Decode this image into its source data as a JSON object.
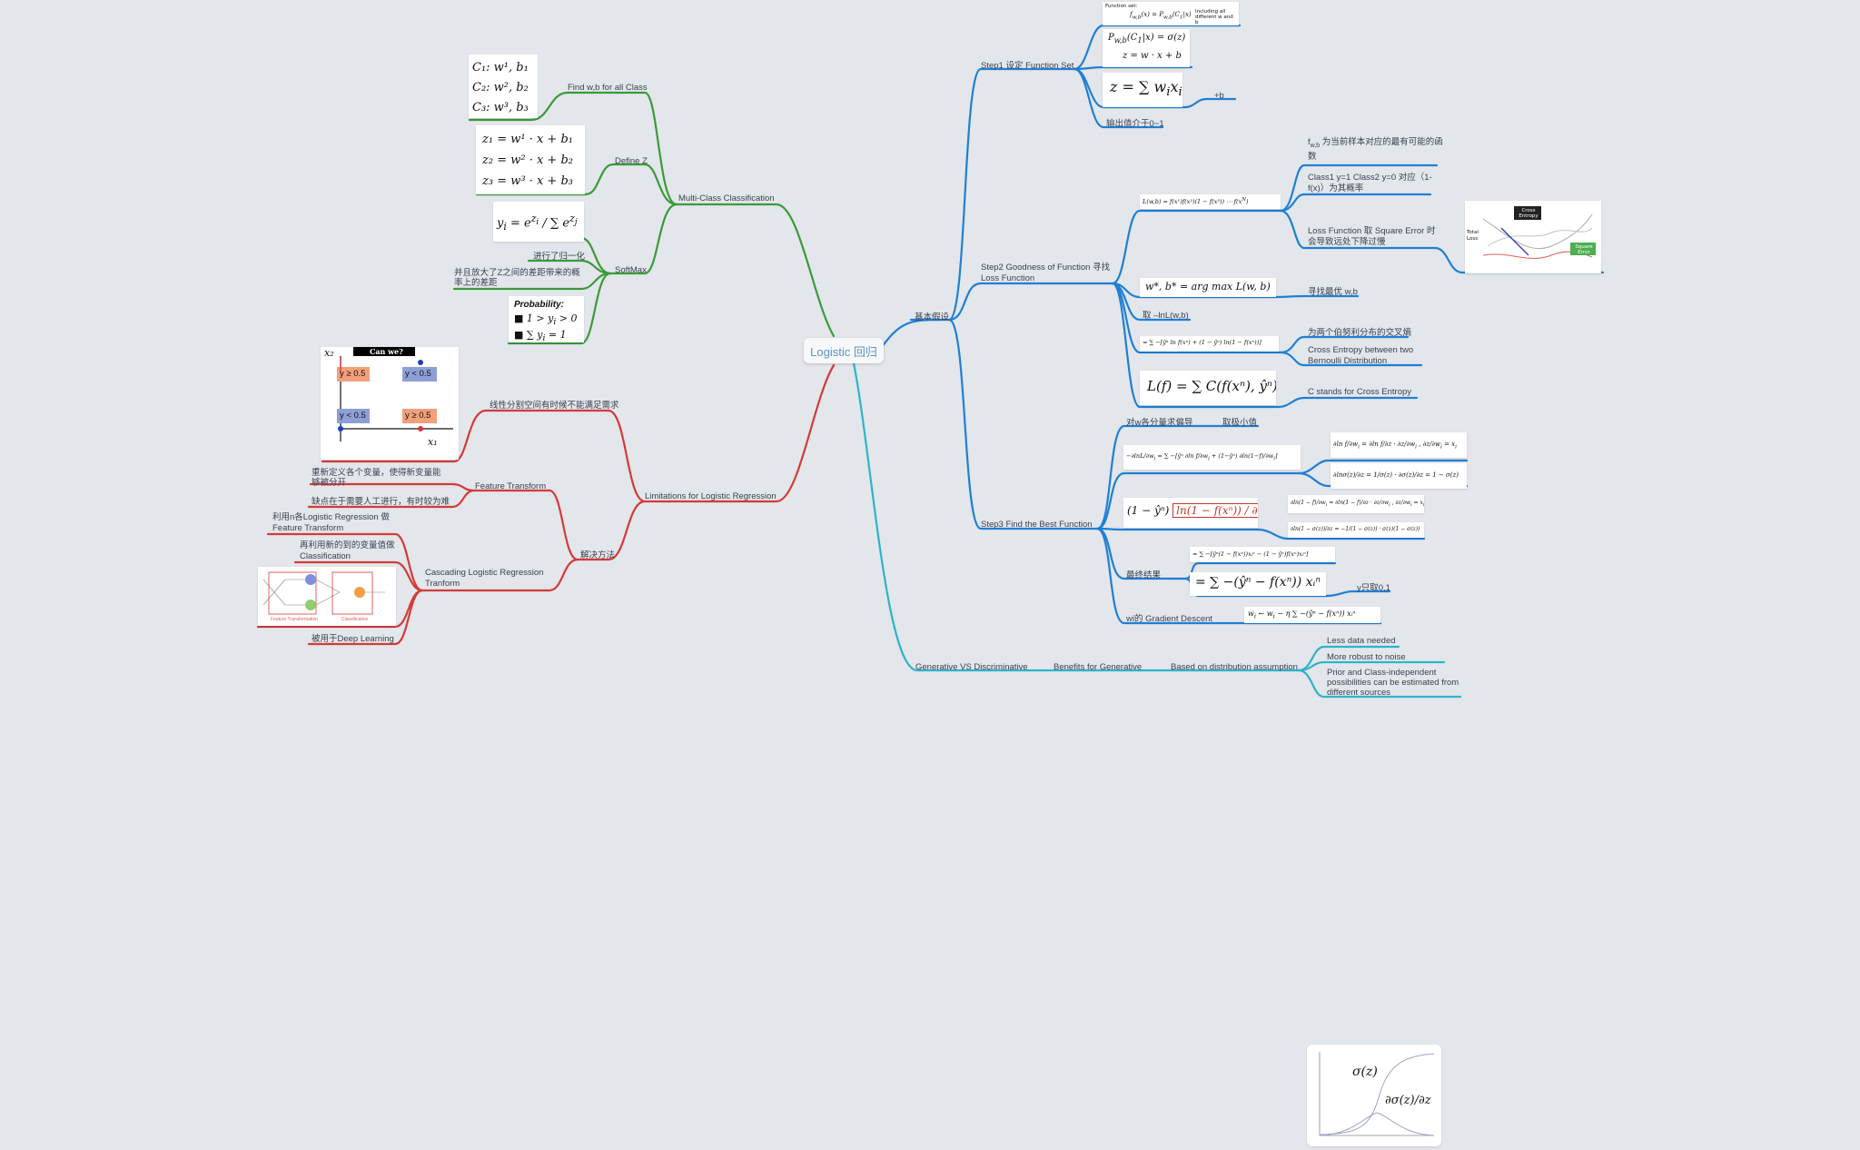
{
  "center": "Logistic 回归",
  "colors": {
    "blue": "#1f7fd6",
    "green": "#3a9a3a",
    "red": "#d33a3a",
    "teal": "#2db3cc"
  },
  "right": {
    "jiben": "基本假设",
    "step1": "Step1 设定 Function Set",
    "step1_out": "输出值介于0~1",
    "step1_plusb": "+b",
    "fs_title": "Function set:",
    "fs_note": "Including all different w and b",
    "step2": "Step2 Goodness of Function 寻找 Loss Function",
    "s2_note1": "为当前样本对应的最有可能的函数",
    "s2_note1_prefix": "f",
    "s2_note1_sub": "w,b",
    "s2_note2": "Class1 y=1 Class2 y=0 对应（1-f(x)）为其概率",
    "s2_note3": "Loss Function 取 Square Error 时会导致远处下降过慢",
    "s2_best": "寻找最优 w,b",
    "s2_neglog": "取 –lnL(w,b)",
    "s2_ce1": "为两个伯努利分布的交叉熵",
    "s2_ce2": "Cross Entropy between two Bernoulli Distribution",
    "s2_c": "C stands for Cross Entropy",
    "step3": "Step3 Find the Best Function",
    "s3_partial": "对w各分量求偏导",
    "s3_min": "取极小值",
    "s3_final": "最终结果",
    "s3_y01": "y只取0,1",
    "s3_gd": "wi的 Gradient Descent",
    "gen": "Generative VS Discriminative",
    "gen_benefits": "Benefits for Generative",
    "gen_based": "Based on distribution assumption",
    "gen_b1": "Less data needed",
    "gen_b2": "More robust to noise",
    "gen_b3": "Prior and Class-independent possibilities can be estimated from different sources",
    "img_cross": "Cross Entropy",
    "img_square": "Square Error",
    "img_total": "Total Loss"
  },
  "left": {
    "multi": "Multi-Class Classification",
    "m_find": "Find w,b for all Class",
    "m_define": "Define Z",
    "m_softmax": "SoftMax",
    "m_norm": "进行了归一化",
    "m_amp": "并且放大了Z之间的差距带来的概率上的差距",
    "limit": "Limitations for Logistic Regression",
    "l_linear": "线性分割空间有时候不能满足需求",
    "l_solve": "解决方法",
    "l_feat": "Feature Transform",
    "l_feat1": "重新定义各个变量，使得新变量能够被分开",
    "l_feat2": "缺点在于需要人工进行，有时较为难",
    "l_cascade": "Cascading Logistic Regression Tranform",
    "l_c1": "利用n各Logistic Regression 做 Feature Transform",
    "l_c2": "再利用新的到的变量值做 Classification",
    "l_c3": "被用于Deep Learning",
    "prob_title": "Probability:",
    "plot_can": "Can we?",
    "plot_q1": "y ≥ 0.5",
    "plot_q2": "y < 0.5",
    "plot_q3": "y < 0.5",
    "plot_q4": "y ≥ 0.5",
    "casc_ft": "Feature Transformation",
    "casc_cl": "Classification"
  }
}
